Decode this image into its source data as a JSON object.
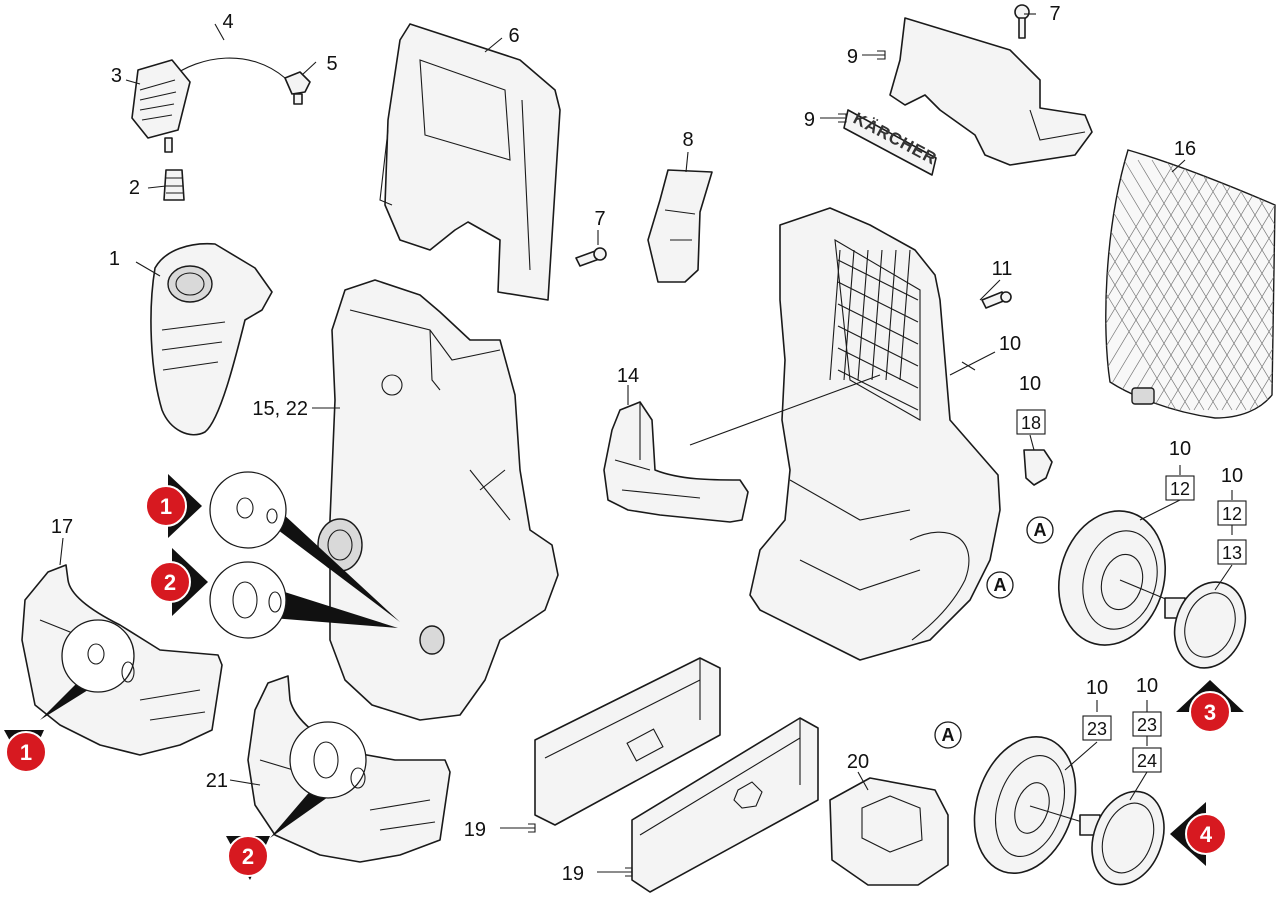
{
  "labels": {
    "l1": "1",
    "l2": "2",
    "l3": "3",
    "l4": "4",
    "l5": "5",
    "l6": "6",
    "l7a": "7",
    "l7b": "7",
    "l8": "8",
    "l9a": "9",
    "l9b": "9",
    "l10a": "10",
    "l10b": "10",
    "l10c": "10",
    "l10d": "10",
    "l10e": "10",
    "l10f": "10",
    "l11": "11",
    "l12a": "12",
    "l12b": "12",
    "l13": "13",
    "l14": "14",
    "l15_22": "15, 22",
    "l16": "16",
    "l17": "17",
    "l18": "18",
    "l19a": "19",
    "l19b": "19",
    "l20": "20",
    "l21": "21",
    "l23a": "23",
    "l23b": "23",
    "l24": "24"
  },
  "markers": {
    "m1a": "1",
    "m2a": "2",
    "m1b": "1",
    "m2b": "2",
    "m3": "3",
    "m4": "4"
  },
  "connector_tag": "A",
  "brand_text": "KÄRCHER",
  "colors": {
    "marker": "#d71920",
    "line": "#1a1a1a",
    "fill": "#f4f4f4"
  }
}
